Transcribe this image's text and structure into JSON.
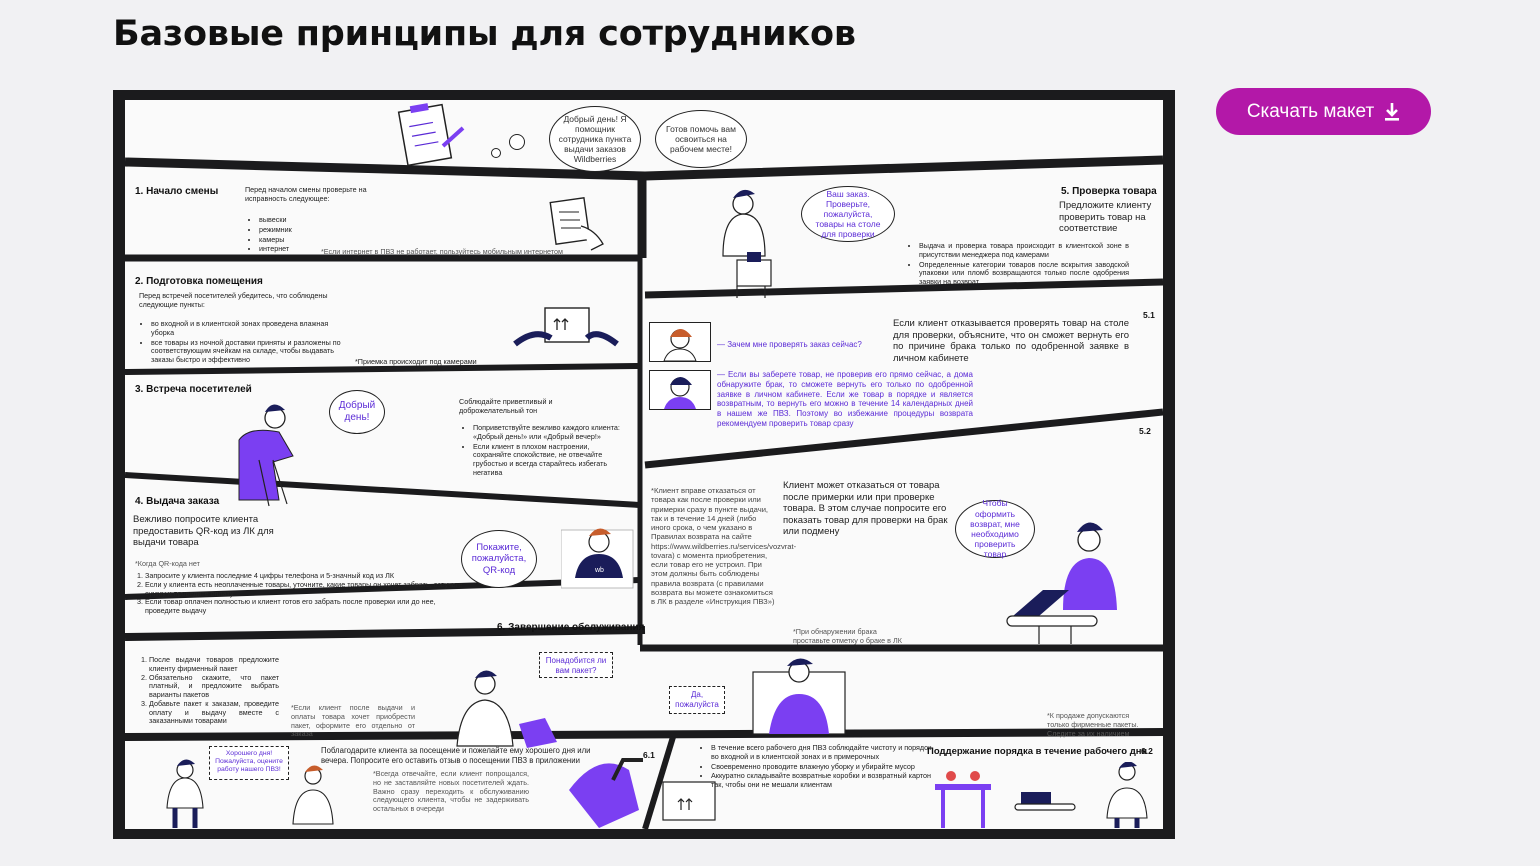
{
  "page": {
    "title": "Базовые принципы для сотрудников",
    "download_label": "Скачать макет"
  },
  "colors": {
    "accent": "#b318a8",
    "illustration": "#7b3ff2",
    "frame": "#1b1b1d"
  },
  "poster": {
    "top_bubble1": "Добрый день! Я помощник сотрудника пункта выдачи заказов Wildberries",
    "top_bubble2": "Готов помочь вам освоиться на рабочем месте!",
    "s1": {
      "title": "1. Начало смены",
      "intro": "Перед началом смены проверьте на исправность следующее:",
      "items": [
        "вывески",
        "режимник",
        "камеры",
        "интернет"
      ],
      "note": "*Если интернет в ПВЗ не работает, пользуйтесь мобильным интернетом"
    },
    "s2": {
      "title": "2. Подготовка помещения",
      "intro": "Перед встречей посетителей убедитесь, что соблюдены следующие пункты:",
      "items": [
        "во входной и в клиентской зонах проведена влажная уборка",
        "все товары из ночной доставки приняты и разложены по соответствующим ячейкам на складе, чтобы выдавать заказы быстро и эффективно"
      ],
      "note": "*Приемка происходит под камерами"
    },
    "s3": {
      "title": "3. Встреча посетителей",
      "bubble": "Добрый день!",
      "intro": "Соблюдайте приветливый и доброжелательный тон",
      "items": [
        "Поприветствуйте вежливо каждого клиента: «Добрый день!» или «Добрый вечер!»",
        "Если клиент в плохом настроении, сохраняйте спокойствие, не отвечайте грубостью и всегда старайтесь избегать негатива"
      ]
    },
    "s4": {
      "title": "4. Выдача заказа",
      "lead": "Вежливо попросите клиента предоставить QR-код из ЛК для выдачи товара",
      "subhead": "*Когда QR-кода нет",
      "items": [
        "Запросите у клиента последние 4 цифры телефона и 5-значный код из ЛК",
        "Если у клиента есть неоплаченные товары, уточните, какие товары он хочет забрать, озвучьте сумму и проведите оплату",
        "Если товар оплачен полностью и клиент готов его забрать после проверки или до нее, проведите выдачу"
      ],
      "bubble": "Покажите, пожалуйста, QR-код"
    },
    "s5": {
      "title": "5. Проверка товара",
      "lead": "Предложите клиенту проверить товар на соответствие",
      "bubble": "Ваш заказ. Проверьте, пожалуйста, товары на столе для проверки",
      "items": [
        "Выдача и проверка товара происходит в клиентской зоне в присутствии менеджера под камерами",
        "Определенные категории товаров после вскрытия заводской упаковки или пломб возвращаются только после одобрения заявки на возврат"
      ]
    },
    "s51": {
      "num": "5.1",
      "text": "Если клиент отказывается проверять товар на столе для проверки, объясните, что он сможет вернуть его по причине брака только по одобренной заявке в личном кабинете",
      "q": "— Зачем мне проверять заказ сейчас?",
      "a": "— Если вы заберете товар, не проверив его прямо сейчас, а дома обнаружите брак, то сможете вернуть его только по одобренной заявке в личном кабинете. Если же товар в порядке и является возвратным, то вернуть его можно в течение 14 календарных дней в нашем же ПВЗ. Поэтому во избежание процедуры возврата рекомендуем проверить товар сразу"
    },
    "s52": {
      "num": "5.2",
      "left": "*Клиент вправе отказаться от товара как после проверки или примерки сразу в пункте выдачи, так и в течение 14 дней (либо иного срока, о чем указано в Правилах возврата на сайте https://www.wildberries.ru/services/vozvrat-tovara) с момента приобретения, если товар его не устроил. При этом должны быть соблюдены правила возврата (с правилами возврата вы можете ознакомиться в ЛК в разделе «Инструкция ПВЗ»)",
      "text": "Клиент может отказаться от товара после примерки или при проверке товара. В этом случае попросите его показать товар для проверки на брак или подмену",
      "bubble": "Чтобы оформить возврат, мне необходимо проверить товар",
      "note": "*При обнаружении брака проставьте отметку о браке в ЛК"
    },
    "s6": {
      "title": "6. Завершение обслуживания",
      "items": [
        "После выдачи товаров предложите клиенту фирменный пакет",
        "Обязательно скажите, что пакет платный, и предложите выбрать варианты пакетов",
        "Добавьте пакет к заказам, проведите оплату и выдачу вместе с заказанными товарами"
      ],
      "note": "*Если клиент после выдачи и оплаты товара хочет приобрести пакет, оформите его отдельно от заказа",
      "bubble": "Понадобится ли вам пакет?",
      "reply": "Да, пожалуйста",
      "sale_note": "*К продаже допускаются только фирменные пакеты. Следите за их наличием"
    },
    "s61": {
      "num": "6.1",
      "text": "Поблагодарите клиента за посещение и пожелайте ему хорошего дня или вечера. Попросите его оставить отзыв о посещении ПВЗ в приложении",
      "bubble": "Хорошего дня! Пожалуйста, оцените работу нашего ПВЗ!",
      "note": "*Всегда отвечайте, если клиент попрощался, но не заставляйте новых посетителей ждать. Важно сразу переходить к обслуживанию следующего клиента, чтобы не задерживать остальных в очереди"
    },
    "s62": {
      "num": "6.2",
      "title": "Поддержание порядка в течение рабочего дня",
      "items": [
        "В течение всего рабочего дня ПВЗ соблюдайте чистоту и порядок во входной и в клиентской зонах и в примерочных",
        "Своевременно проводите влажную уборку и убирайте мусор",
        "Аккуратно складывайте возвратные коробки и возвратный картон так, чтобы они не мешали клиентам"
      ]
    },
    "wb": "wb"
  }
}
